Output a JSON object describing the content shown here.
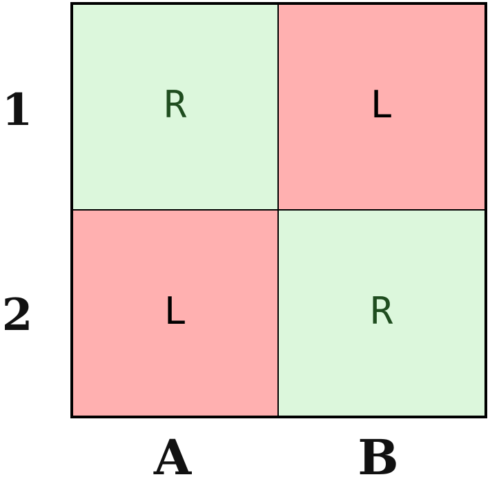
{
  "rows": [
    "1",
    "2"
  ],
  "columns": [
    "A",
    "B"
  ],
  "cells": [
    [
      {
        "label": "R",
        "fill": "#dcf7dc",
        "text_color": "#1f4d1f"
      },
      {
        "label": "L",
        "fill": "#ffb0b0",
        "text_color": "#000000"
      }
    ],
    [
      {
        "label": "L",
        "fill": "#ffb0b0",
        "text_color": "#000000"
      },
      {
        "label": "R",
        "fill": "#dcf7dc",
        "text_color": "#1f4d1f"
      }
    ]
  ]
}
